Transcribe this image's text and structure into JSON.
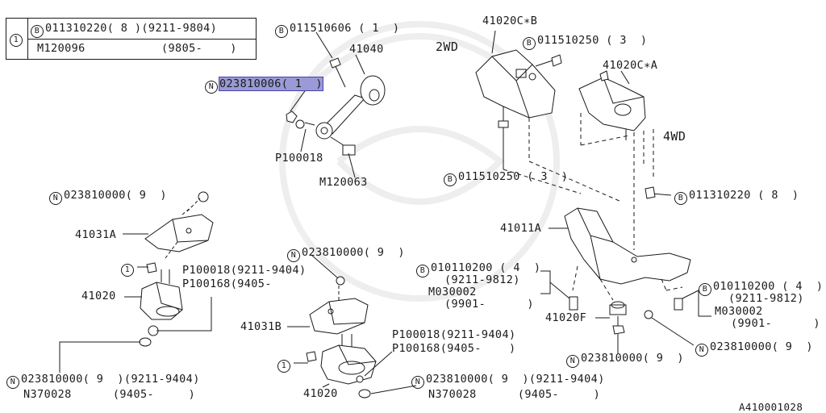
{
  "legend": {
    "ref_number": "1",
    "row1_prefix": "B",
    "row1_part": "011310220",
    "row1_qty": "( 8 )",
    "row1_range": "(9211-9804)",
    "row2_part": "M120096",
    "row2_range": "(9805-    )"
  },
  "labels": {
    "b_011510606": {
      "circ": "B",
      "text": "011510606 ( 1  )"
    },
    "p41040": {
      "text": "41040"
    },
    "n_023810006": {
      "circ": "N",
      "text": "023810006( 1  )"
    },
    "p100018_top": {
      "text": "P100018"
    },
    "m120063": {
      "text": "M120063"
    },
    "c41020CB": {
      "text": "41020C∗B"
    },
    "twoWD": {
      "text": "2WD"
    },
    "b_011510250_top": {
      "circ": "B",
      "text": "011510250 ( 3  )"
    },
    "c41020CA": {
      "text": "41020C∗A"
    },
    "fourWD": {
      "text": "4WD"
    },
    "b_011510250_bot": {
      "circ": "B",
      "text": "011510250 ( 3  )"
    },
    "b_011310220": {
      "circ": "B",
      "text": "011310220 ( 8  )"
    },
    "n_023810000_l": {
      "circ": "N",
      "text": "023810000( 9  )"
    },
    "p41031A": {
      "text": "41031A"
    },
    "p41011A": {
      "text": "41011A"
    },
    "ref1_left": {
      "circ": "1",
      "text": ""
    },
    "p100018_mid": {
      "text": "P100018(9211-9404)"
    },
    "p100168_mid": {
      "text": "P100168(9405-"
    },
    "p41020_left": {
      "text": "41020"
    },
    "n_023810000_c": {
      "circ": "N",
      "text": "023810000( 9  )"
    },
    "b_010110200_c": {
      "circ": "B",
      "text": "010110200 ( 4  )"
    },
    "b_010110200_c2": {
      "text": "(9211-9812)"
    },
    "m030002_c": {
      "text": "M030002"
    },
    "m030002_c2": {
      "text": "(9901-      )"
    },
    "p41031B": {
      "text": "41031B"
    },
    "b_010110200_r": {
      "circ": "B",
      "text": "010110200 ( 4  )"
    },
    "b_010110200_r2": {
      "text": "(9211-9812)"
    },
    "m030002_r": {
      "text": "M030002"
    },
    "m030002_r2": {
      "text": "(9901-      )"
    },
    "p41020F": {
      "text": "41020F"
    },
    "n_023810000_r1": {
      "circ": "N",
      "text": "023810000( 9  )"
    },
    "n_023810000_r2": {
      "circ": "N",
      "text": "023810000( 9  )"
    },
    "p100018_bot": {
      "text": "P100018(9211-9404)"
    },
    "p100168_bot": {
      "text": "P100168(9405-    )"
    },
    "ref1_center": {
      "circ": "1",
      "text": ""
    },
    "n_023810000_bl": {
      "circ": "N",
      "text": "023810000( 9  )(9211-9404)"
    },
    "n370028_bl": {
      "text": "N370028      (9405-     )"
    },
    "p41020_center": {
      "text": "41020"
    },
    "n_023810000_bc": {
      "circ": "N",
      "text": "023810000( 9  )(9211-9404)"
    },
    "n370028_bc": {
      "text": "N370028      (9405-     )"
    }
  },
  "figure_id": "A410001028",
  "colors": {
    "ink": "#1a1a1a",
    "highlight": "#9a9ad6"
  }
}
